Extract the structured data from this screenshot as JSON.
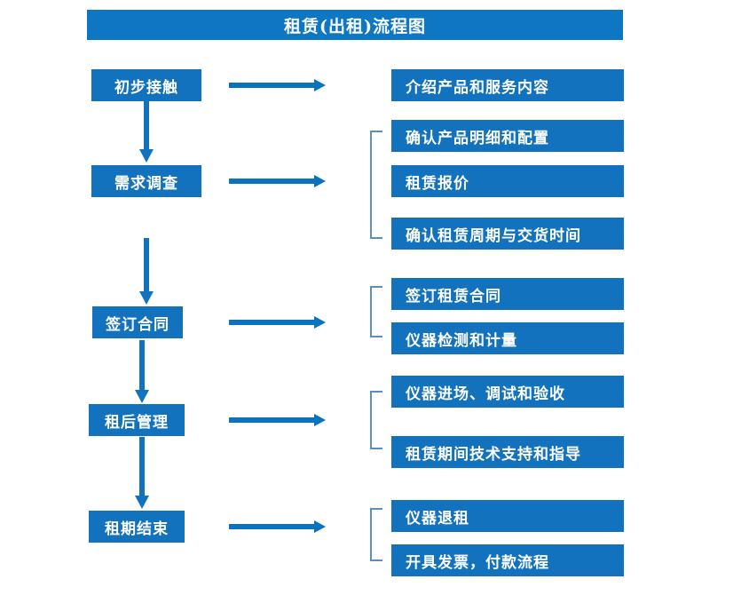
{
  "title": {
    "text": "租赁(出租)流程图"
  },
  "colors": {
    "title_bar": "#0E77C4",
    "node_fill": "#1272BE",
    "node_text": "#FFFFFF",
    "arrow": "#0B72BE",
    "bracket": "#5B8FC4",
    "background": "#FFFFFF"
  },
  "stages": [
    {
      "label": "初步接触"
    },
    {
      "label": "需求调查"
    },
    {
      "label": "签订合同"
    },
    {
      "label": "租后管理"
    },
    {
      "label": "租期结束"
    }
  ],
  "details": [
    {
      "label": "介绍产品和服务内容",
      "stage": 0,
      "group": 0
    },
    {
      "label": "确认产品明细和配置",
      "stage": 1,
      "group": 1
    },
    {
      "label": "租赁报价",
      "stage": 1,
      "group": 1
    },
    {
      "label": "确认租赁周期与交货时间",
      "stage": 1,
      "group": 1
    },
    {
      "label": "签订租赁合同",
      "stage": 2,
      "group": 2
    },
    {
      "label": "仪器检测和计量",
      "stage": 2,
      "group": 2
    },
    {
      "label": "仪器进场、调试和验收",
      "stage": 3,
      "group": 3
    },
    {
      "label": "租赁期间技术支持和指导",
      "stage": 3,
      "group": 3
    },
    {
      "label": "仪器退租",
      "stage": 4,
      "group": 4
    },
    {
      "label": "开具发票，付款流程",
      "stage": 4,
      "group": 4
    }
  ],
  "connectors": {
    "down_arrow_count": 4,
    "right_arrow_count": 5,
    "bracket_count": 4
  }
}
